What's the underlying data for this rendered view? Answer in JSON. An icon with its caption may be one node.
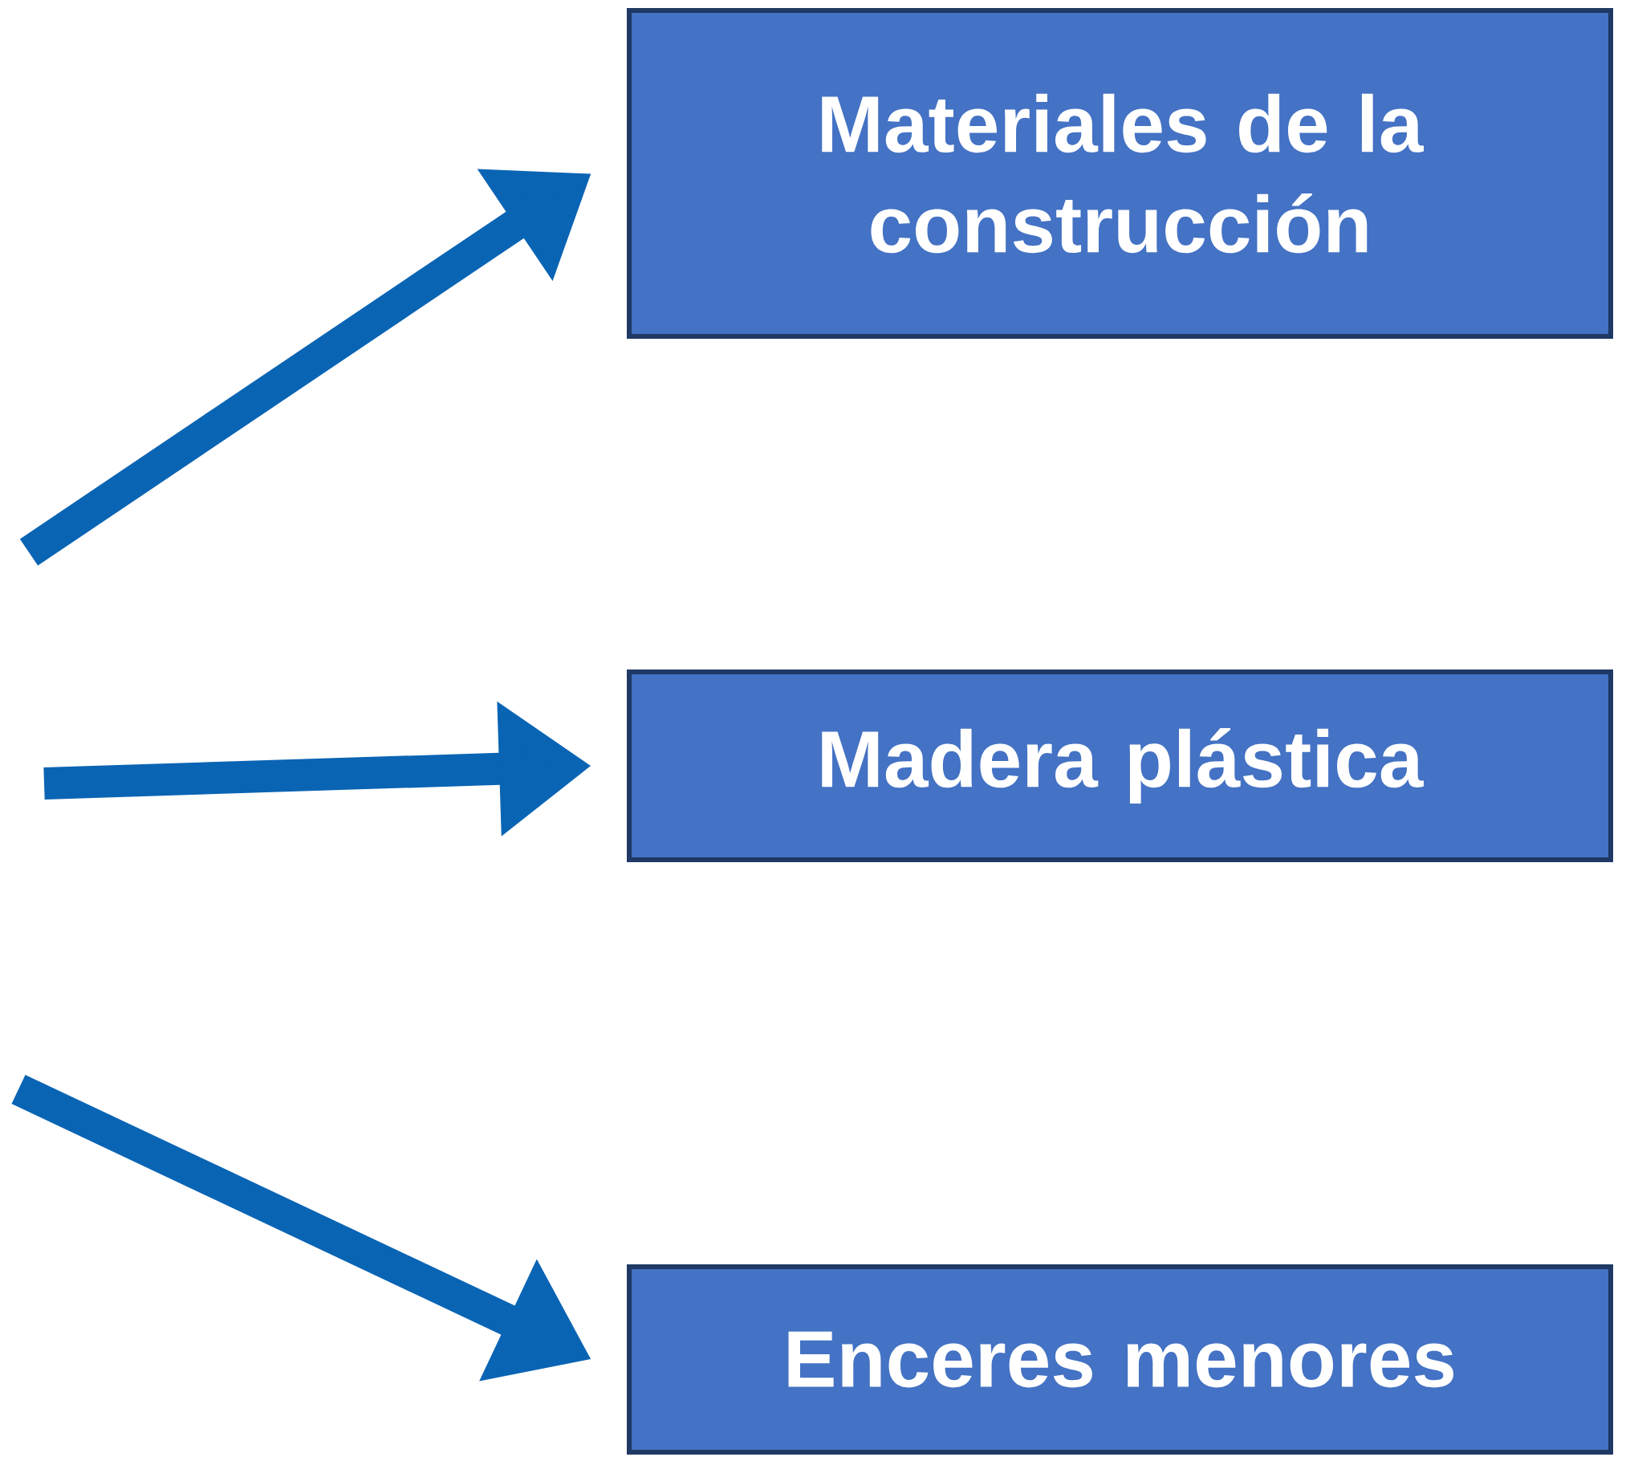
{
  "diagram": {
    "nodes": [
      {
        "text": [
          "Materiales de la construcción"
        ]
      },
      {
        "text": [
          "Madera plástica"
        ]
      },
      {
        "text": [
          "Enceres menores"
        ]
      }
    ],
    "edges": [
      {
        "from": null,
        "to": 0,
        "arrow": "to"
      },
      {
        "from": null,
        "to": 1,
        "arrow": "to"
      },
      {
        "from": null,
        "to": 2,
        "arrow": "to"
      }
    ]
  }
}
